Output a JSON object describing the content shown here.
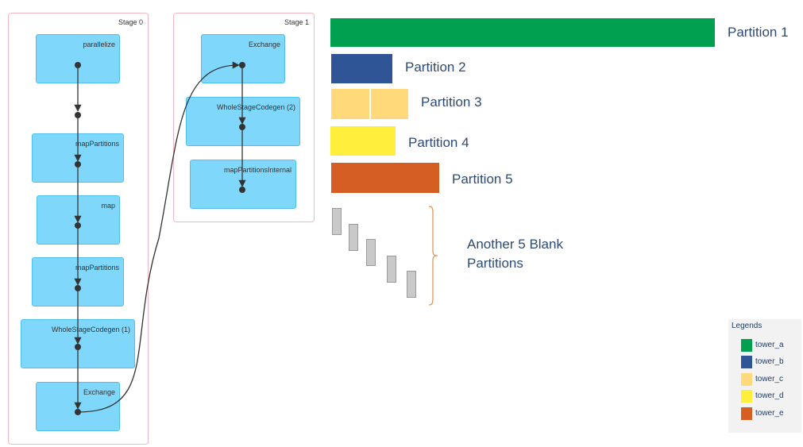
{
  "stage0": {
    "label": "Stage 0",
    "operators": [
      "parallelize",
      "mapPartitions",
      "map",
      "mapPartitions",
      "WholeStageCodegen (1)",
      "Exchange"
    ]
  },
  "stage1": {
    "label": "Stage 1",
    "operators": [
      "Exchange",
      "WholeStageCodegen (2)",
      "mapPartitionsInternal"
    ]
  },
  "partitions": [
    {
      "label": "Partition 1",
      "color": "#00a050",
      "size": 1.0
    },
    {
      "label": "Partition 2",
      "color": "#2f5597",
      "size": 0.16
    },
    {
      "label": "Partition 3",
      "color": "#ffd97a",
      "size": 0.2
    },
    {
      "label": "Partition 4",
      "color": "#ffee3c",
      "size": 0.17
    },
    {
      "label": "Partition 5",
      "color": "#d55f22",
      "size": 0.28
    }
  ],
  "blank_partitions": {
    "label": "Another 5 Blank Partitions",
    "count": 5,
    "color": "#c9c9c9",
    "brace_color": "#e0955a"
  },
  "legend": {
    "title": "Legends",
    "items": [
      {
        "label": "tower_a",
        "color": "#00a050"
      },
      {
        "label": "tower_b",
        "color": "#2f5597"
      },
      {
        "label": "tower_c",
        "color": "#ffd97a"
      },
      {
        "label": "tower_d",
        "color": "#ffee3c"
      },
      {
        "label": "tower_e",
        "color": "#d55f22"
      }
    ]
  }
}
